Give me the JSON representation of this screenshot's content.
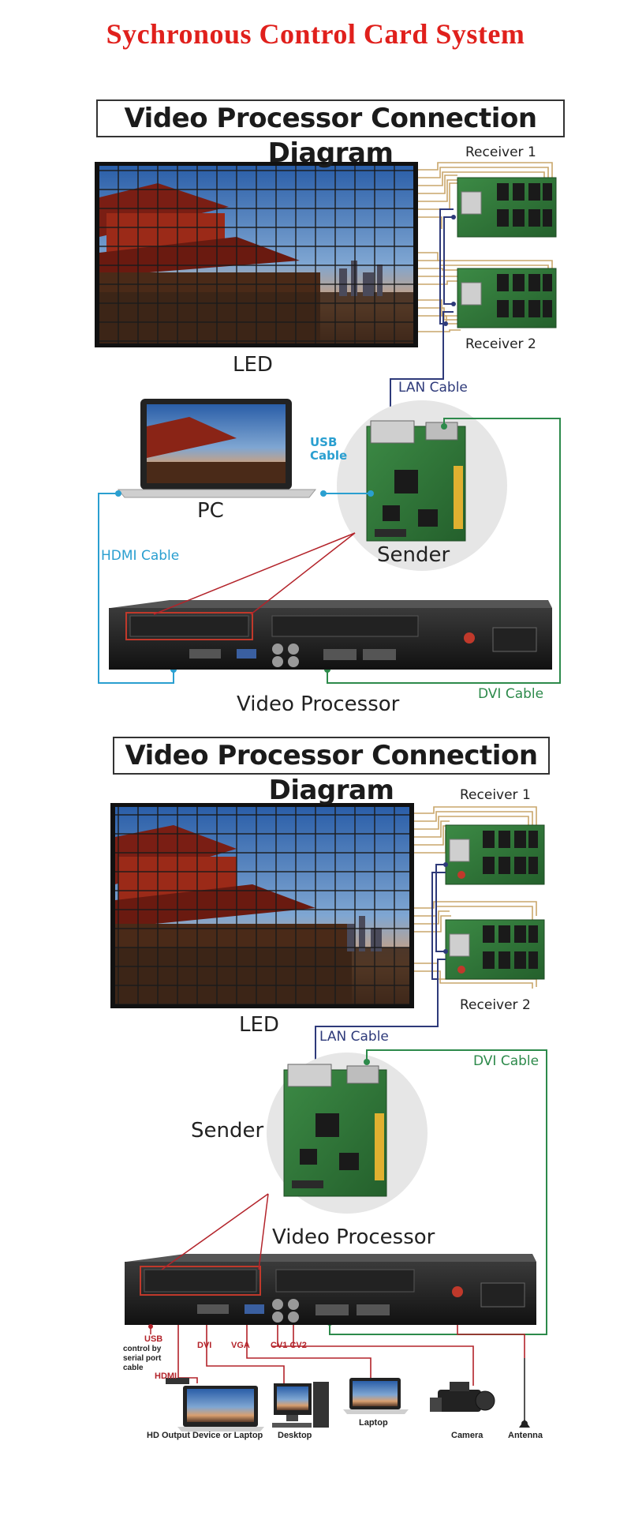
{
  "page": {
    "title": "Sychronous Control Card System"
  },
  "diagram1": {
    "title": "Video Processor Connection Diagram",
    "led_label": "LED",
    "receiver1": "Receiver 1",
    "receiver2": "Receiver 2",
    "lan_cable": "LAN Cable",
    "usb_cable_line1": "USB",
    "usb_cable_line2": "Cable",
    "pc_label": "PC",
    "sender_label": "Sender",
    "hdmi_cable": "HDMI Cable",
    "dvi_cable": "DVI Cable",
    "video_processor": "Video Processor"
  },
  "diagram2": {
    "title": "Video Processor Connection Diagram",
    "led_label": "LED",
    "receiver1": "Receiver 1",
    "receiver2": "Receiver 2",
    "lan_cable": "LAN Cable",
    "dvi_cable": "DVI Cable",
    "sender_label": "Sender",
    "video_processor": "Video Processor",
    "ports": {
      "usb": "USB",
      "usb_note_line1": "control by",
      "usb_note_line2": "serial port",
      "usb_note_line3": "cable",
      "hdmi": "HDMI",
      "dvi": "DVI",
      "vga": "VGA",
      "cv1cv2": "CV1 CV2"
    },
    "devices": {
      "hd_output": "HD Output Device or Laptop",
      "desktop": "Desktop",
      "laptop": "Laptop",
      "camera": "Camera",
      "antenna": "Antenna"
    }
  },
  "colors": {
    "title_red": "#e0201c",
    "lan_navy": "#2e3a7a",
    "usb_hdmi_blue": "#2a9fd0",
    "dvi_green": "#2d8a4b",
    "input_red": "#b3232a",
    "receiver_cable_tan": "#c9a66b",
    "board_green": "#2f7a3b"
  },
  "icons": [
    "led-screen-image",
    "receiver-card-icon",
    "sender-card-icon",
    "laptop-icon",
    "video-processor-icon",
    "desktop-icon",
    "camera-icon",
    "antenna-icon"
  ]
}
